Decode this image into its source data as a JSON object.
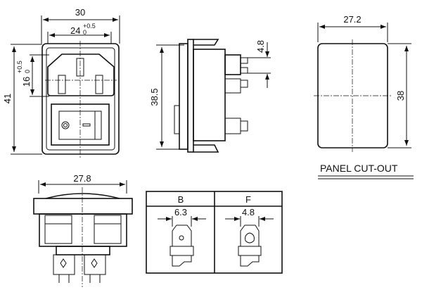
{
  "front_view": {
    "width_dim": "30",
    "inner_width_dim": "24",
    "inner_width_tol_upper": "+0.5",
    "inner_width_tol_lower": "0",
    "height_dim": "41",
    "inlet_height_dim": "16",
    "inlet_height_tol_upper": "+0.5",
    "inlet_height_tol_lower": "0"
  },
  "side_view": {
    "height_dim": "38.5",
    "terminal_dim": "4.8"
  },
  "panel_cutout": {
    "width_dim": "27.2",
    "height_dim": "38",
    "label": "PANEL CUT-OUT"
  },
  "bottom_view": {
    "width_dim": "27.8"
  },
  "terminal_table": {
    "columns": [
      {
        "header": "B",
        "width_dim": "6.3"
      },
      {
        "header": "F",
        "width_dim": "4.8"
      }
    ]
  }
}
